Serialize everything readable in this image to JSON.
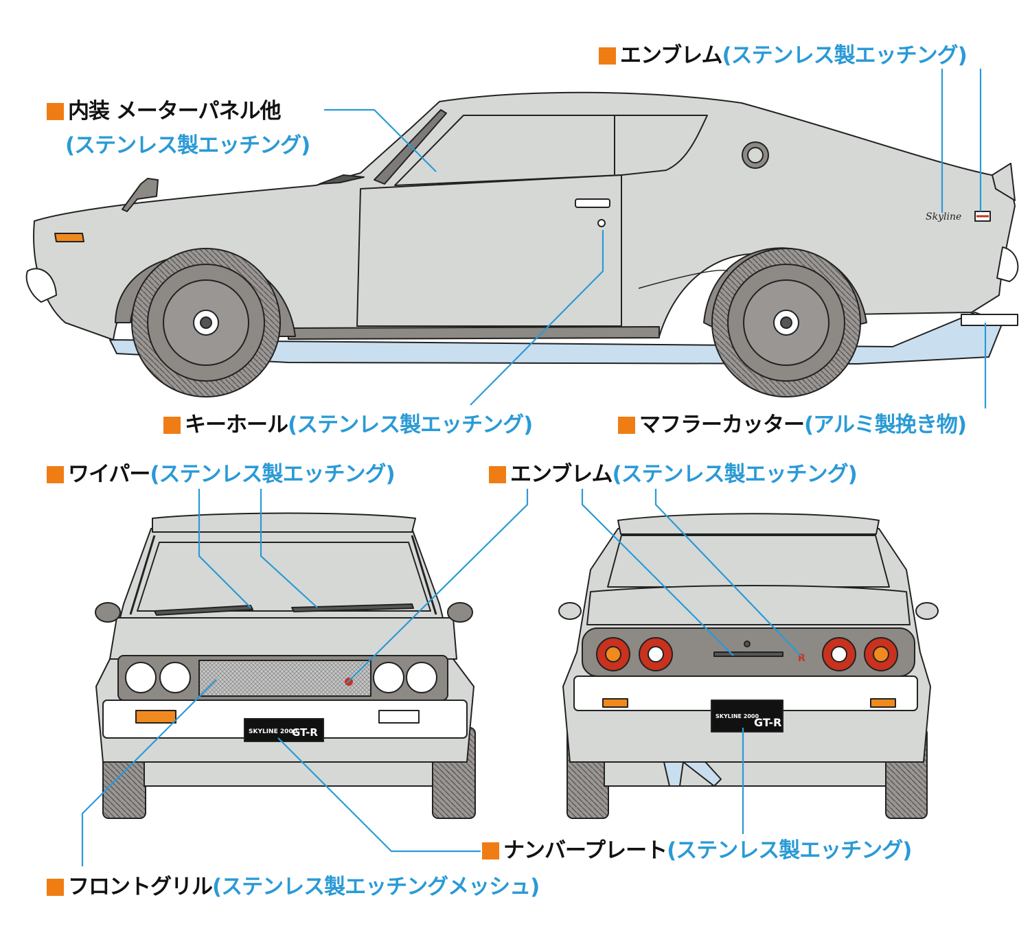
{
  "colors": {
    "accent_square": "#ef7d14",
    "label_black": "#111111",
    "label_blue": "#2a9ad6",
    "leader_line": "#2a9ad6",
    "body": "#d6d8d6",
    "body_dark": "#8d8985",
    "outline": "#222222",
    "underbody": "#c9dff0",
    "lamp_red": "#c8321e",
    "lamp_orange": "#f08a1e"
  },
  "callouts": {
    "emblem_side": {
      "name": "エンブレム",
      "detail": "(ステンレス製エッチング)"
    },
    "interior": {
      "name": "内装 メーターパネル他",
      "detail": "(ステンレス製エッチング)"
    },
    "keyhole": {
      "name": "キーホール",
      "detail": "(ステンレス製エッチング)"
    },
    "muffler": {
      "name": "マフラーカッター",
      "detail": "(アルミ製挽き物)"
    },
    "wiper": {
      "name": "ワイパー",
      "detail": "(ステンレス製エッチング)"
    },
    "emblem_rear": {
      "name": "エンブレム",
      "detail": "(ステンレス製エッチング)"
    },
    "number_plate": {
      "name": "ナンバープレート",
      "detail": "(ステンレス製エッチング)"
    },
    "front_grill": {
      "name": "フロントグリル",
      "detail": "(ステンレス製エッチングメッシュ)"
    }
  },
  "car_markings": {
    "side_script": "Skyline",
    "front_plate_left": "SKYLINE 2000",
    "front_plate_right": "GT-R",
    "rear_plate_left": "SKYLINE 2000",
    "rear_plate_right": "GT-R",
    "rear_badge": "R"
  }
}
